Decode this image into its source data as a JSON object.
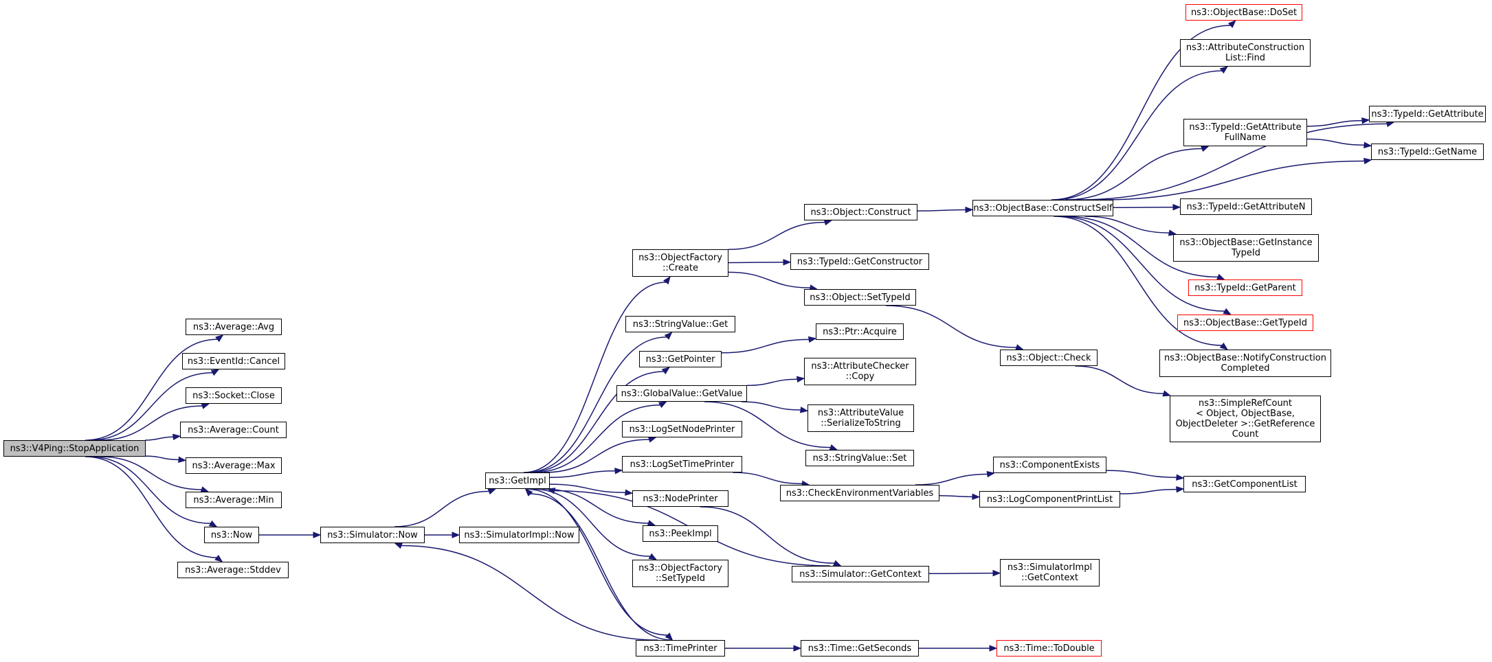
{
  "graph": {
    "edge_color": "#191970",
    "root_fill": "#bfbfbf",
    "truncated_border": "#ff0000",
    "nodes": [
      {
        "id": "root",
        "label": "ns3::V4Ping::StopApplication",
        "style": "root"
      },
      {
        "id": "avg",
        "label": "ns3::Average::Avg"
      },
      {
        "id": "cancel",
        "label": "ns3::EventId::Cancel"
      },
      {
        "id": "close",
        "label": "ns3::Socket::Close"
      },
      {
        "id": "count",
        "label": "ns3::Average::Count"
      },
      {
        "id": "max",
        "label": "ns3::Average::Max"
      },
      {
        "id": "min",
        "label": "ns3::Average::Min"
      },
      {
        "id": "now",
        "label": "ns3::Now"
      },
      {
        "id": "stddev",
        "label": "ns3::Average::Stddev"
      },
      {
        "id": "simnow",
        "label": "ns3::Simulator::Now"
      },
      {
        "id": "getimpl",
        "label": "ns3::GetImpl"
      },
      {
        "id": "simimplnow",
        "label": "ns3::SimulatorImpl::Now"
      },
      {
        "id": "ofcreate",
        "label": "ns3::ObjectFactory\n::Create"
      },
      {
        "id": "svget",
        "label": "ns3::StringValue::Get"
      },
      {
        "id": "getpointer",
        "label": "ns3::GetPointer"
      },
      {
        "id": "gvgetvalue",
        "label": "ns3::GlobalValue::GetValue"
      },
      {
        "id": "logsetnode",
        "label": "ns3::LogSetNodePrinter"
      },
      {
        "id": "logsettime",
        "label": "ns3::LogSetTimePrinter"
      },
      {
        "id": "nodeprinter",
        "label": "ns3::NodePrinter"
      },
      {
        "id": "peekimpl",
        "label": "ns3::PeekImpl"
      },
      {
        "id": "ofsettypeid",
        "label": "ns3::ObjectFactory\n::SetTypeId"
      },
      {
        "id": "timeprinter",
        "label": "ns3::TimePrinter"
      },
      {
        "id": "objconstruct",
        "label": "ns3::Object::Construct"
      },
      {
        "id": "tidgetctor",
        "label": "ns3::TypeId::GetConstructor"
      },
      {
        "id": "objsettypeid",
        "label": "ns3::Object::SetTypeId"
      },
      {
        "id": "ptracquire",
        "label": "ns3::Ptr::Acquire"
      },
      {
        "id": "accopy",
        "label": "ns3::AttributeChecker\n::Copy"
      },
      {
        "id": "avser",
        "label": "ns3::AttributeValue\n::SerializeToString"
      },
      {
        "id": "svset",
        "label": "ns3::StringValue::Set"
      },
      {
        "id": "checkenv",
        "label": "ns3::CheckEnvironmentVariables"
      },
      {
        "id": "simgetctx",
        "label": "ns3::Simulator::GetContext"
      },
      {
        "id": "timegetsec",
        "label": "ns3::Time::GetSeconds"
      },
      {
        "id": "obconstructself",
        "label": "ns3::ObjectBase::ConstructSelf"
      },
      {
        "id": "objcheck",
        "label": "ns3::Object::Check"
      },
      {
        "id": "compexists",
        "label": "ns3::ComponentExists"
      },
      {
        "id": "logcomplist",
        "label": "ns3::LogComponentPrintList"
      },
      {
        "id": "simimplgetctx",
        "label": "ns3::SimulatorImpl\n::GetContext"
      },
      {
        "id": "timetodouble",
        "label": "ns3::Time::ToDouble",
        "style": "red"
      },
      {
        "id": "obdoset",
        "label": "ns3::ObjectBase::DoSet",
        "style": "red"
      },
      {
        "id": "aclfind",
        "label": "ns3::AttributeConstruction\nList::Find"
      },
      {
        "id": "tidgetattrfull",
        "label": "ns3::TypeId::GetAttribute\nFullName"
      },
      {
        "id": "tidgetattrn",
        "label": "ns3::TypeId::GetAttributeN"
      },
      {
        "id": "obgetinst",
        "label": "ns3::ObjectBase::GetInstance\nTypeId"
      },
      {
        "id": "tidgetparent",
        "label": "ns3::TypeId::GetParent",
        "style": "red"
      },
      {
        "id": "obgettypeid",
        "label": "ns3::ObjectBase::GetTypeId",
        "style": "red"
      },
      {
        "id": "obnotify",
        "label": "ns3::ObjectBase::NotifyConstruction\nCompleted"
      },
      {
        "id": "srcgetref",
        "label": "ns3::SimpleRefCount\n< Object, ObjectBase,\nObjectDeleter >::GetReference\nCount"
      },
      {
        "id": "getcomplist",
        "label": "ns3::GetComponentList"
      },
      {
        "id": "tidgetattr",
        "label": "ns3::TypeId::GetAttribute"
      },
      {
        "id": "tidgetname",
        "label": "ns3::TypeId::GetName"
      }
    ]
  }
}
